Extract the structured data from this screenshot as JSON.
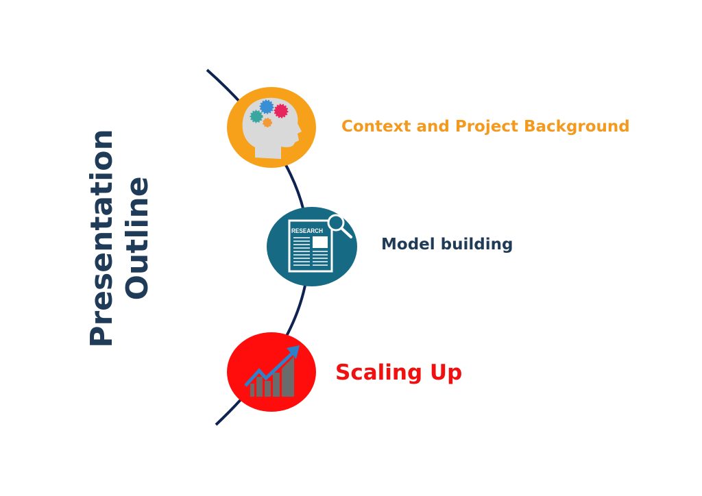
{
  "title": {
    "line1": "Presentation",
    "line2": "Outline"
  },
  "items": [
    {
      "label": "Context and Project Background",
      "icon": "head-gears-icon",
      "color": "#f39a1e"
    },
    {
      "label": "Model building",
      "icon": "research-document-icon",
      "color": "#1f3b57"
    },
    {
      "label": "Scaling Up",
      "icon": "growth-chart-icon",
      "color": "#f01010"
    }
  ],
  "icon_text": {
    "research": "RESEARCH"
  },
  "colors": {
    "arc": "#0f2350",
    "orange": "#f7a11a",
    "teal": "#166a83",
    "red": "#ff0d0d"
  }
}
